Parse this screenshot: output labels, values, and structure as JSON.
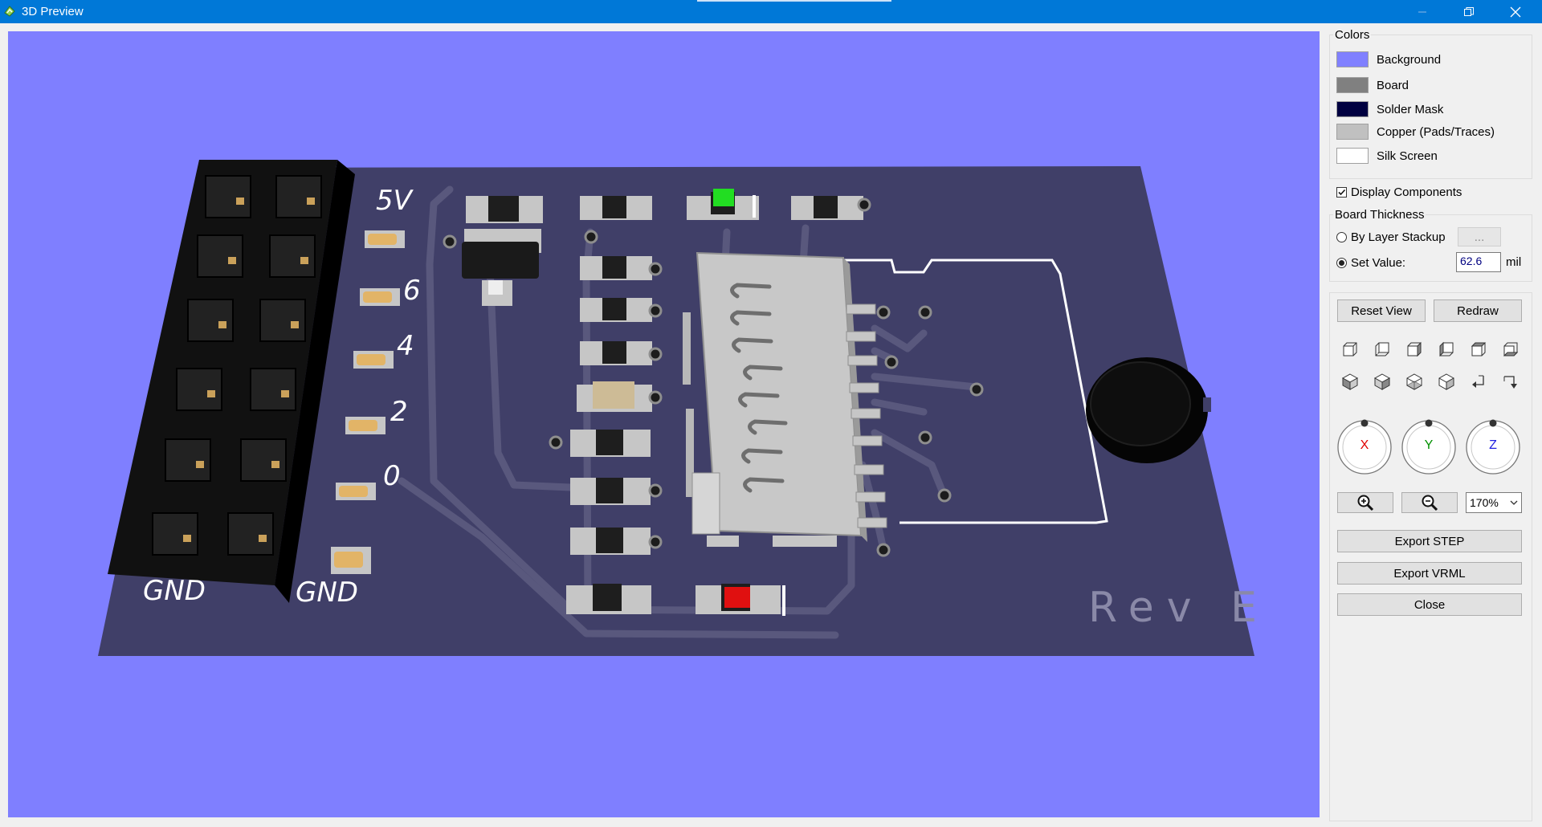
{
  "window": {
    "title": "3D Preview",
    "minimize_label": "—",
    "restore_label": "❐",
    "close_label": "✕"
  },
  "board": {
    "header_labels": [
      "5V",
      "6",
      "4",
      "2",
      "0"
    ],
    "gnd_labels": [
      "GND",
      "GND"
    ],
    "rev_text": "Rev E"
  },
  "colors": {
    "title": "Colors",
    "items": [
      {
        "label": "Background",
        "color": "#8080ff"
      },
      {
        "label": "Board",
        "color": "#808080"
      },
      {
        "label": "Solder Mask",
        "color": "#000040"
      },
      {
        "label": "Copper (Pads/Traces)",
        "color": "#c0c0c0"
      },
      {
        "label": "Silk Screen",
        "color": "#ffffff"
      }
    ]
  },
  "display_components": {
    "label": "Display Components",
    "checked": true
  },
  "board_thickness": {
    "title": "Board Thickness",
    "by_layer_stackup": "By Layer Stackup",
    "ellipsis_button": "...",
    "set_value": "Set Value:",
    "value": "62.6",
    "unit": "mil"
  },
  "buttons": {
    "reset_view": "Reset View",
    "redraw": "Redraw",
    "export_step": "Export STEP",
    "export_vrml": "Export VRML",
    "close": "Close"
  },
  "view_icons": [
    "view-front-icon",
    "view-back-icon",
    "view-left-icon",
    "view-right-icon",
    "view-top-icon",
    "view-bottom-icon",
    "iso-view-1-icon",
    "iso-view-2-icon",
    "iso-view-3-icon",
    "iso-view-4-icon",
    "rotate-ccw-icon",
    "rotate-cw-icon"
  ],
  "rotation_dials": [
    {
      "axis": "X",
      "color": "#e00000"
    },
    {
      "axis": "Y",
      "color": "#009000"
    },
    {
      "axis": "Z",
      "color": "#2020e0"
    }
  ],
  "zoom": {
    "value": "170%"
  }
}
